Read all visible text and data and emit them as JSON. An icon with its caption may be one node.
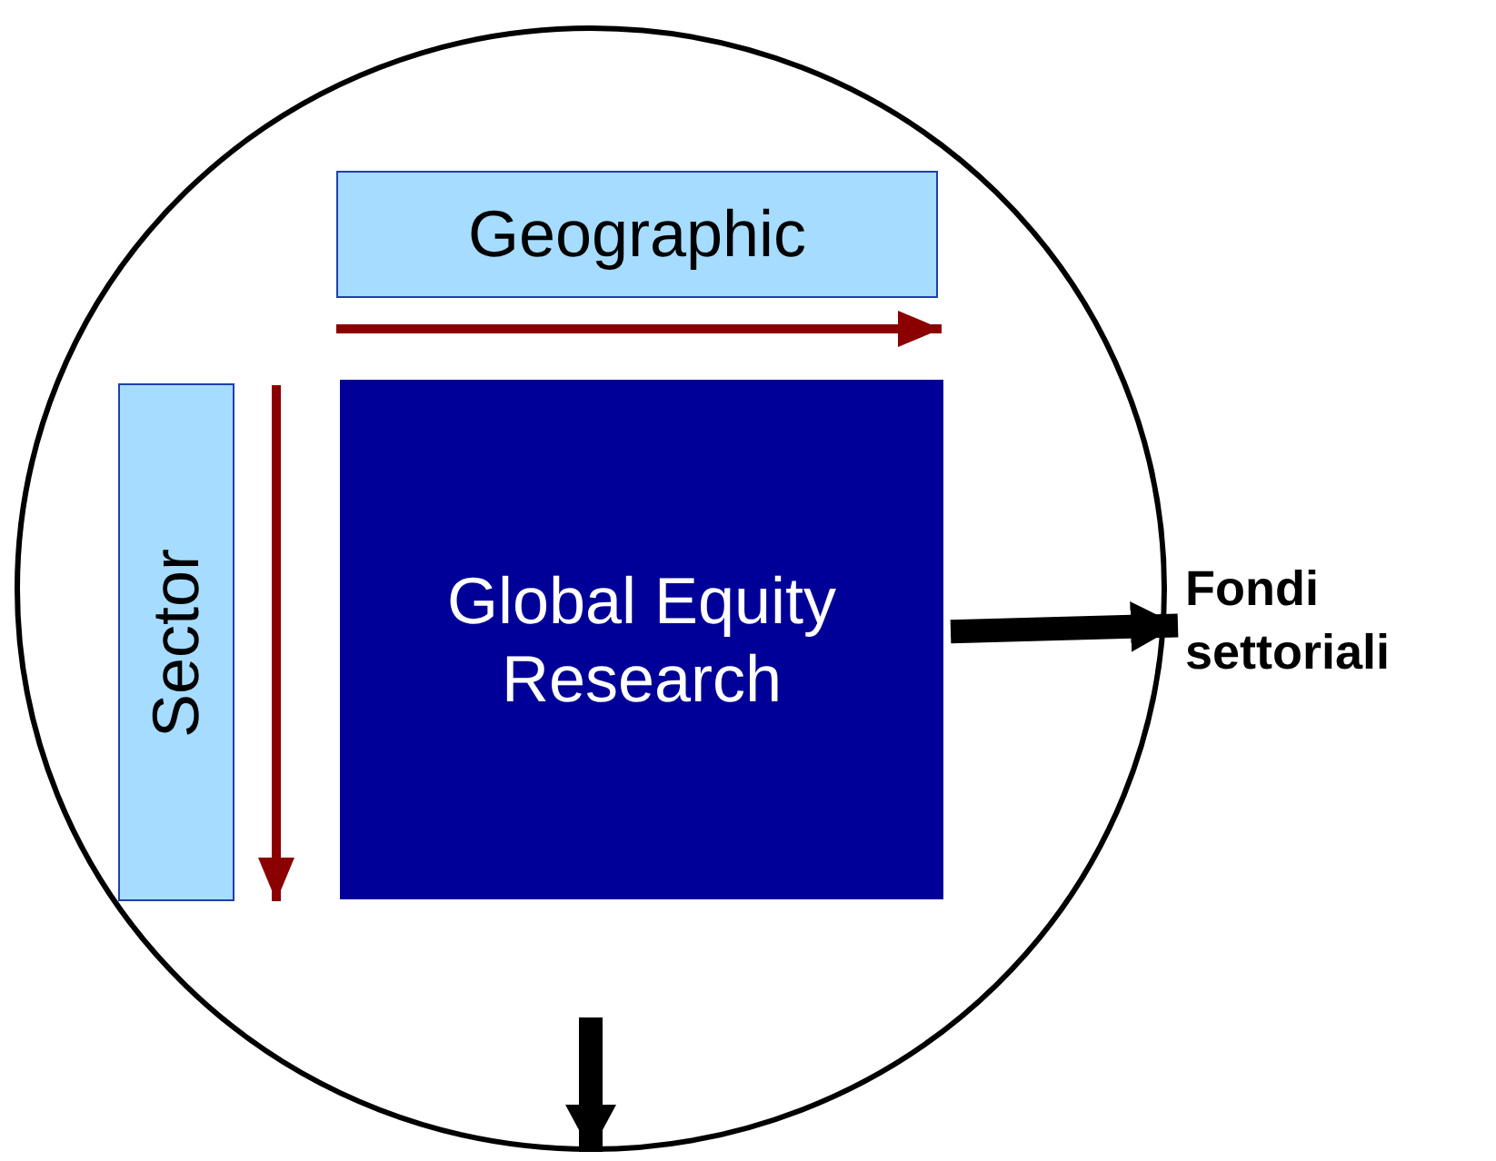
{
  "diagram": {
    "nodes": [
      {
        "text": [],
        "shape": "circle"
      },
      {
        "text": [
          "Geographic"
        ],
        "in": 0
      },
      {
        "text": [
          "Sector"
        ],
        "in": 0
      },
      {
        "text": [
          "Global Equity Research"
        ],
        "in": 0
      },
      {
        "text": [
          "Fondi settoriali"
        ]
      }
    ],
    "edges": [
      {
        "from": 3,
        "to": 4,
        "arrow": "to"
      },
      {
        "from": null,
        "to": 0,
        "arrow": "to"
      }
    ]
  }
}
